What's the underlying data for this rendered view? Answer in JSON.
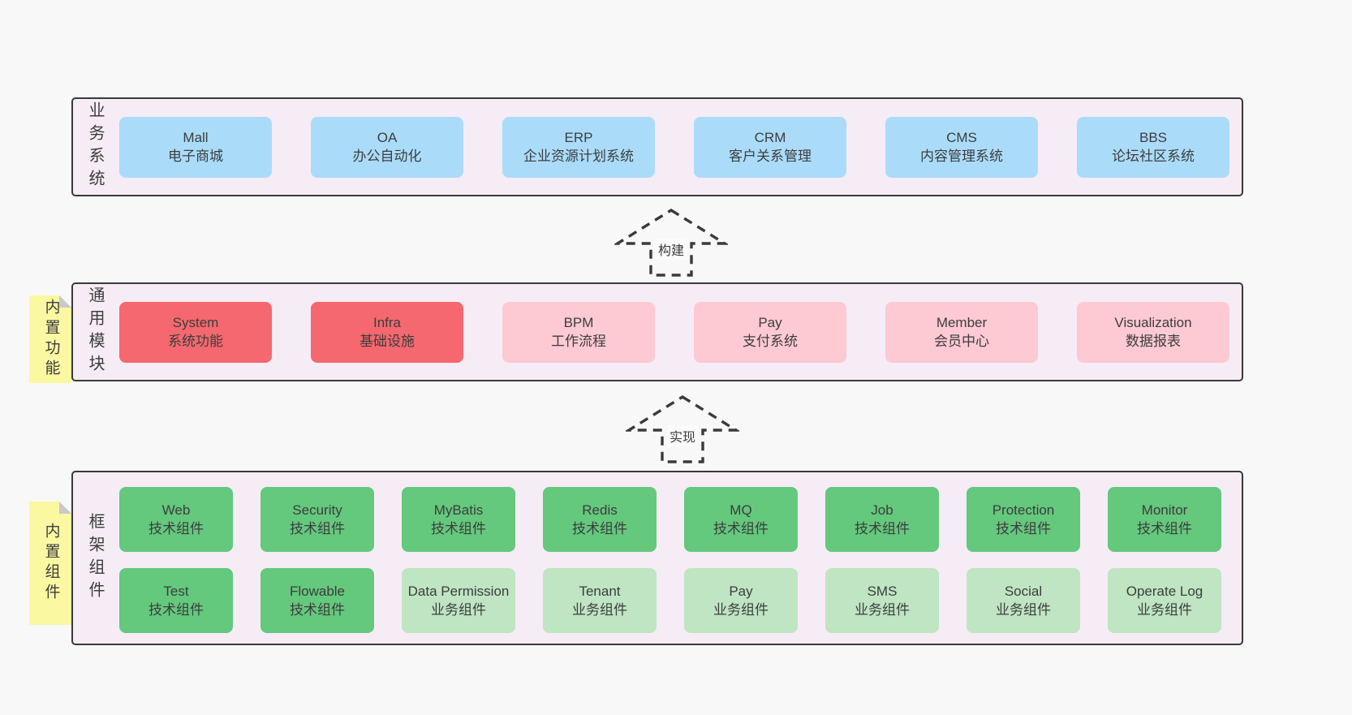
{
  "page": {
    "background": "#f8f8f8"
  },
  "colors": {
    "panel_bg": "#f6ecf5",
    "panel_border": "#3a3a3a",
    "box_blue": "#aadcfa",
    "box_red": "#f5686f",
    "box_pink": "#fdc9d3",
    "box_green": "#64c87d",
    "box_green_light": "#bfe5c3",
    "sticky_yellow": "#fbf8a2",
    "sticky_fold_gray": "#c9c9c9",
    "text": "#3d3d3d"
  },
  "stickies": [
    {
      "label": "内置功能"
    },
    {
      "label": "内置组件"
    }
  ],
  "arrows": [
    {
      "label": "构建"
    },
    {
      "label": "实现"
    }
  ],
  "layers": [
    {
      "side_label": "业务系统",
      "boxes": [
        {
          "title": "Mall",
          "subtitle": "电子商城"
        },
        {
          "title": "OA",
          "subtitle": "办公自动化"
        },
        {
          "title": "ERP",
          "subtitle": "企业资源计划系统"
        },
        {
          "title": "CRM",
          "subtitle": "客户关系管理"
        },
        {
          "title": "CMS",
          "subtitle": "内容管理系统"
        },
        {
          "title": "BBS",
          "subtitle": "论坛社区系统"
        }
      ]
    },
    {
      "side_label": "通用模块",
      "boxes": [
        {
          "title": "System",
          "subtitle": "系统功能"
        },
        {
          "title": "Infra",
          "subtitle": "基础设施"
        },
        {
          "title": "BPM",
          "subtitle": "工作流程"
        },
        {
          "title": "Pay",
          "subtitle": "支付系统"
        },
        {
          "title": "Member",
          "subtitle": "会员中心"
        },
        {
          "title": "Visualization",
          "subtitle": "数据报表"
        }
      ]
    },
    {
      "side_label": "框架组件",
      "rows": [
        {
          "boxes": [
            {
              "title": "Web",
              "subtitle": "技术组件"
            },
            {
              "title": "Security",
              "subtitle": "技术组件"
            },
            {
              "title": "MyBatis",
              "subtitle": "技术组件"
            },
            {
              "title": "Redis",
              "subtitle": "技术组件"
            },
            {
              "title": "MQ",
              "subtitle": "技术组件"
            },
            {
              "title": "Job",
              "subtitle": "技术组件"
            },
            {
              "title": "Protection",
              "subtitle": "技术组件"
            },
            {
              "title": "Monitor",
              "subtitle": "技术组件"
            }
          ]
        },
        {
          "boxes": [
            {
              "title": "Test",
              "subtitle": "技术组件"
            },
            {
              "title": "Flowable",
              "subtitle": "技术组件"
            },
            {
              "title": "Data Permission",
              "subtitle": "业务组件"
            },
            {
              "title": "Tenant",
              "subtitle": "业务组件"
            },
            {
              "title": "Pay",
              "subtitle": "业务组件"
            },
            {
              "title": "SMS",
              "subtitle": "业务组件"
            },
            {
              "title": "Social",
              "subtitle": "业务组件"
            },
            {
              "title": "Operate Log",
              "subtitle": "业务组件"
            }
          ]
        }
      ]
    }
  ]
}
